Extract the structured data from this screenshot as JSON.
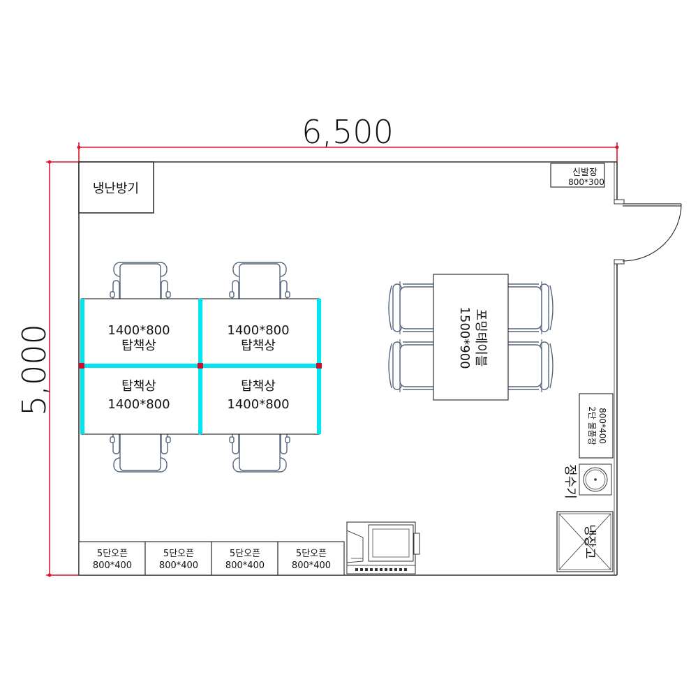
{
  "dimensions": {
    "width_label": "6,500",
    "height_label": "5,000"
  },
  "labels": {
    "heater": "냉난방기",
    "shoe_cabinet_name": "신발장",
    "shoe_cabinet_size": "800*300",
    "desk_size": "1400*800",
    "desk_name": "탑책상",
    "meeting_table_name": "포밍테이블",
    "meeting_table_size": "1500*900",
    "cabinet_2_size": "800*400",
    "cabinet_2_name": "2단 물품장",
    "water_purifier": "정수기",
    "fridge": "냉장고",
    "open_shelf_name": "5단오픈",
    "open_shelf_size": "800*400"
  },
  "colors": {
    "dimension_line": "#e0152b",
    "desk_partition": "#00e5ef",
    "partition_joint": "#c8102e",
    "wall": "#333333",
    "chair": "#56657c"
  }
}
